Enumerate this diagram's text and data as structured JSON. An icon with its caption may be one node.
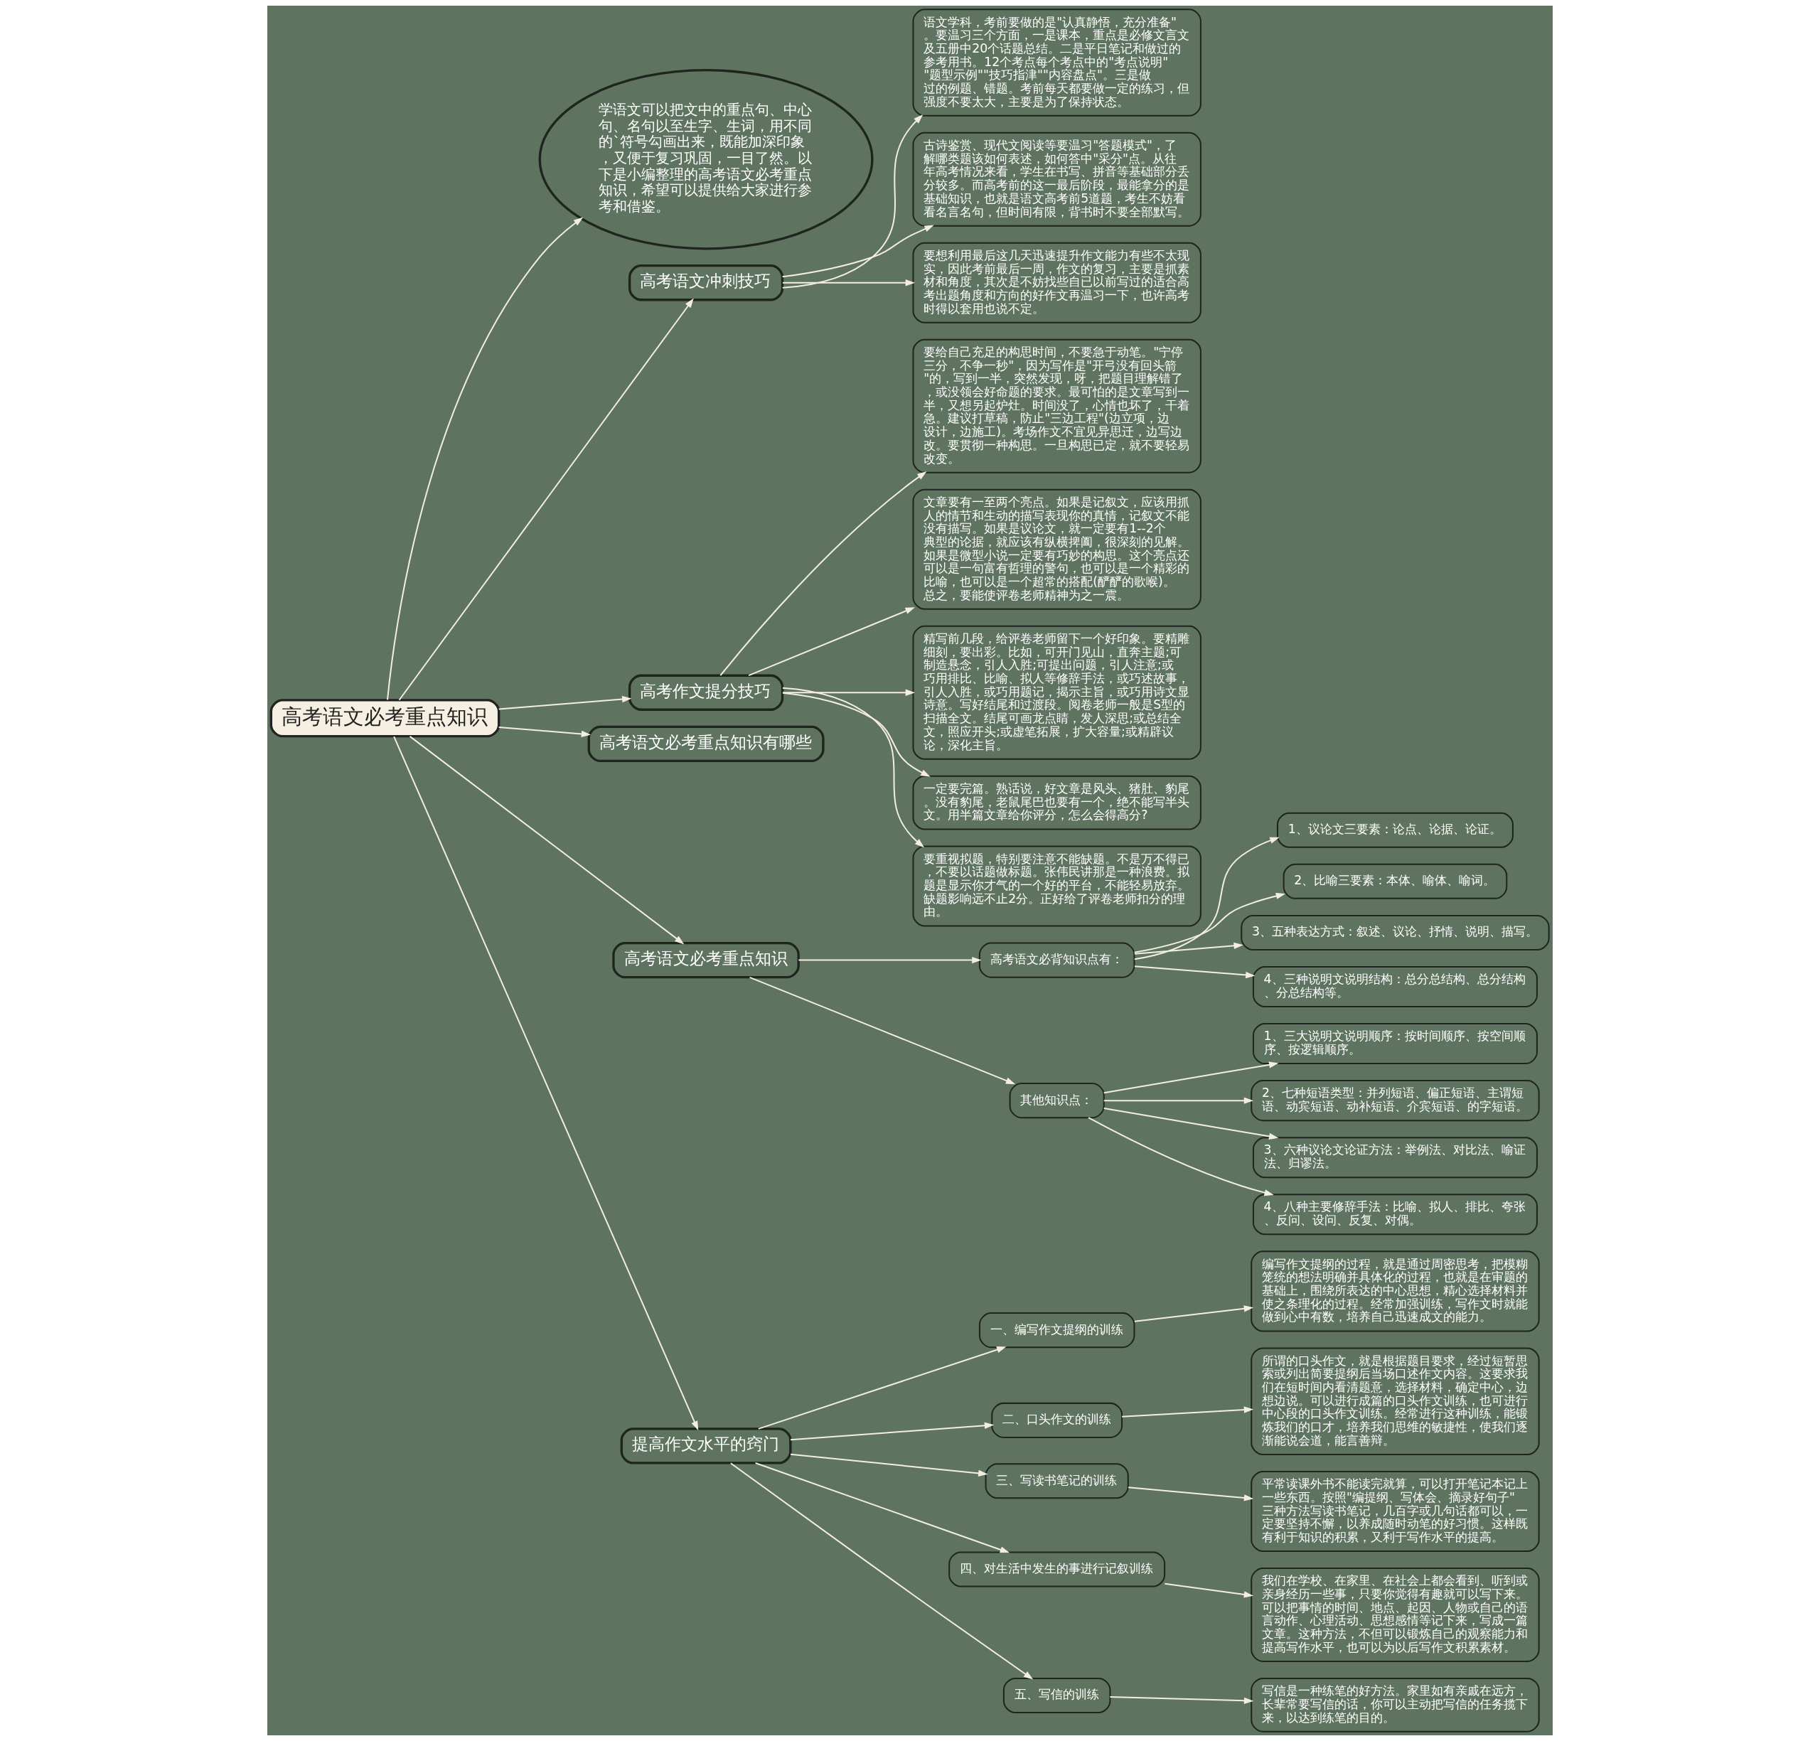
{
  "diagram": {
    "nodes": [
      {
        "text": [
          "高考语文必考重点知识"
        ]
      },
      {
        "text": [
          "学语文可以把文中的重点句、中心句、名句以至生字、生词，用不同的`符号勾画出来，既能加深印象，又便于复习巩固，一目了然。以下是小编整理的高考语文必考重点知识，希望可以提供给大家进行参考和借鉴。"
        ]
      },
      {
        "text": [
          "高考语文冲刺技巧"
        ]
      },
      {
        "text": [
          "语文学科，考前要做的是\"认真静悟，充分准备\"。要温习三个方面，一是课本，重点是必修文言文及五册中20个话题总结。二是平日笔记和做过的参考用书。12个考点每个考点中的\"考点说明\"\"题型示例\"\"技巧指津\"\"内容盘点\"。三是做过的例题、错题。考前每天都要做一定的练习，但强度不要太大，主要是为了保持状态。"
        ]
      },
      {
        "text": [
          "古诗鉴赏、现代文阅读等要温习\"答题模式\"，了解哪类题该如何表述，如何答中\"采分\"点。从往年高考情况来看，学生在书写、拼音等基础部分丢分较多。而高考前的这一最后阶段，最能拿分的是基础知识，也就是语文高考前5道题，考生不妨看看名言名句，但时间有限，背书时不要全部默写。"
        ]
      },
      {
        "text": [
          "要想利用最后这几天迅速提升作文能力有些不太现实，因此考前最后一周，作文的复习，主要是抓素材和角度，其次是不妨找些自已以前写过的适合高考出题角度和方向的好作文再温习一下，也许高考时得以套用也说不定。"
        ]
      },
      {
        "text": [
          "高考作文提分技巧"
        ]
      },
      {
        "text": [
          "要给自己充足的构思时间，不要急于动笔。\"宁停三分，不争一秒\"，因为写作是\"开弓没有回头箭\"的，写到一半，突然发现，呀，把题目理解错了，或没领会好命题的要求。最可怕的是文章写到一半，又想另起炉灶。时间没了，心情也坏了，干着急。建议打草稿，防止\"三边工程\"(边立项，边设计，边施工)。考场作文不宜见异思迁，边写边改。要贯彻一种构思。一旦构思已定，就不要轻易改变。"
        ]
      },
      {
        "text": [
          "文章要有一至两个亮点。如果是记叙文，应该用抓人的情节和生动的描写表现你的真情，记叙文不能没有描写。如果是议论文，就一定要有1--2个典型的论据，就应该有纵横捭阖，很深刻的见解。如果是微型小说一定要有巧妙的构思。这个亮点还可以是一句富有哲理的警句，也可以是一个精彩的比喻，也可以是一个超常的搭配(酽酽的歌喉)。总之，要能使评卷老师精神为之一震。"
        ]
      },
      {
        "text": [
          "精写前几段，给评卷老师留下一个好印象。要精雕细刻，要出彩。比如，可开门见山，直奔主题;可制造悬念，引人入胜;可提出问题，引人注意;或巧用排比、比喻、拟人等修辞手法，或巧述故事，引人入胜，或巧用题记，揭示主旨，或巧用诗文显诗意。写好结尾和过渡段。阅卷老师一般是S型的扫描全文。结尾可画龙点睛，发人深思;或总结全文，照应开头;或虚笔拓展，扩大容量;或精辟议论，深化主旨。"
        ]
      },
      {
        "text": [
          "一定要完篇。熟话说，好文章是风头、猪肚、豹尾。没有豹尾，老鼠尾巴也要有一个，绝不能写半头文。用半篇文章给你评分，怎么会得高分?"
        ]
      },
      {
        "text": [
          "要重视拟题，特别要注意不能缺题。不是万不得已，不要以话题做标题。张伟民讲那是一种浪费。拟题是显示你才气的一个好的平台，不能轻易放弃。缺题影响远不止2分。正好给了评卷老师扣分的理由。"
        ]
      },
      {
        "text": [
          "高考语文必考重点知识有哪些"
        ]
      },
      {
        "text": [
          "高考语文必考重点知识"
        ]
      },
      {
        "text": [
          "高考语文必背知识点有："
        ]
      },
      {
        "text": [
          "1、议论文三要素：论点、论据、论证。"
        ]
      },
      {
        "text": [
          "2、比喻三要素：本体、喻体、喻词。"
        ]
      },
      {
        "text": [
          "3、五种表达方式：叙述、议论、抒情、说明、描写。"
        ]
      },
      {
        "text": [
          "4、三种说明文说明结构：总分总结构、总分结构、分总结构等。"
        ]
      },
      {
        "text": [
          "其他知识点："
        ]
      },
      {
        "text": [
          "1、三大说明文说明顺序：按时间顺序、按空间顺序、按逻辑顺序。"
        ]
      },
      {
        "text": [
          "2、七种短语类型：并列短语、偏正短语、主谓短语、动宾短语、动补短语、介宾短语、的字短语。"
        ]
      },
      {
        "text": [
          "3、六种议论文论证方法：举例法、对比法、喻证法、归谬法。"
        ]
      },
      {
        "text": [
          "4、八种主要修辞手法：比喻、拟人、排比、夸张、反问、设问、反复、对偶。"
        ]
      },
      {
        "text": [
          "提高作文水平的窍门"
        ]
      },
      {
        "text": [
          "一、编写作文提纲的训练"
        ]
      },
      {
        "text": [
          "编写作文提纲的过程，就是通过周密思考，把模糊笼统的想法明确并具体化的过程，也就是在审题的基础上，围绕所表达的中心思想，精心选择材料并使之条理化的过程。经常加强训练，写作文时就能做到心中有数，培养自己迅速成文的能力。"
        ]
      },
      {
        "text": [
          "二、口头作文的训练"
        ]
      },
      {
        "text": [
          "所谓的口头作文，就是根据题目要求，经过短暂思索或列出简要提纲后当场口述作文内容。这要求我们在短时间内看清题意，选择材料，确定中心，边想边说。可以进行成篇的口头作文训练，也可进行中心段的口头作文训练。经常进行这种训练，能锻炼我们的口才，培养我们思维的敏捷性，使我们逐渐能说会道，能言善辩。"
        ]
      },
      {
        "text": [
          "三、写读书笔记的训练"
        ]
      },
      {
        "text": [
          "平常读课外书不能读完就算，可以打开笔记本记上一些东西。按照\"编提纲、写体会、摘录好句子\"三种方法写读书笔记，几百字或几句话都可以，一定要坚持不懈，以养成随时动笔的好习惯。这样既有利于知识的积累，又利于写作水平的提高。"
        ]
      },
      {
        "text": [
          "四、对生活中发生的事进行记叙训练"
        ]
      },
      {
        "text": [
          "我们在学校、在家里、在社会上都会看到、听到或亲身经历一些事，只要你觉得有趣就可以写下来。可以把事情的时间、地点、起因、人物或自己的语言动作、心理活动、思想感情等记下来，写成一篇文章。这种方法，不但可以锻炼自己的观察能力和提高写作水平，也可以为以后写作文积累素材。"
        ]
      },
      {
        "text": [
          "五、写信的训练"
        ]
      },
      {
        "text": [
          "写信是一种练笔的好方法。家里如有亲戚在远方，长辈常要写信的话，你可以主动把写信的任务揽下来，以达到练笔的目的。"
        ]
      }
    ],
    "edges": [
      {
        "from": 0,
        "to": 1,
        "arrow": "to"
      },
      {
        "from": 0,
        "to": 2,
        "arrow": "to"
      },
      {
        "from": 2,
        "to": 3,
        "arrow": "to"
      },
      {
        "from": 2,
        "to": 4,
        "arrow": "to"
      },
      {
        "from": 2,
        "to": 5,
        "arrow": "to"
      },
      {
        "from": 0,
        "to": 6,
        "arrow": "to"
      },
      {
        "from": 6,
        "to": 7,
        "arrow": "to"
      },
      {
        "from": 6,
        "to": 8,
        "arrow": "to"
      },
      {
        "from": 6,
        "to": 9,
        "arrow": "to"
      },
      {
        "from": 6,
        "to": 10,
        "arrow": "to"
      },
      {
        "from": 6,
        "to": 11,
        "arrow": "to"
      },
      {
        "from": 0,
        "to": 12,
        "arrow": "to"
      },
      {
        "from": 0,
        "to": 13,
        "arrow": "to"
      },
      {
        "from": 13,
        "to": 14,
        "arrow": "to"
      },
      {
        "from": 14,
        "to": 15,
        "arrow": "to"
      },
      {
        "from": 14,
        "to": 16,
        "arrow": "to"
      },
      {
        "from": 14,
        "to": 17,
        "arrow": "to"
      },
      {
        "from": 14,
        "to": 18,
        "arrow": "to"
      },
      {
        "from": 13,
        "to": 19,
        "arrow": "to"
      },
      {
        "from": 19,
        "to": 20,
        "arrow": "to"
      },
      {
        "from": 19,
        "to": 21,
        "arrow": "to"
      },
      {
        "from": 19,
        "to": 22,
        "arrow": "to"
      },
      {
        "from": 19,
        "to": 23,
        "arrow": "to"
      },
      {
        "from": 0,
        "to": 24,
        "arrow": "to"
      },
      {
        "from": 24,
        "to": 25,
        "arrow": "to"
      },
      {
        "from": 25,
        "to": 26,
        "arrow": "to"
      },
      {
        "from": 24,
        "to": 27,
        "arrow": "to"
      },
      {
        "from": 27,
        "to": 28,
        "arrow": "to"
      },
      {
        "from": 24,
        "to": 29,
        "arrow": "to"
      },
      {
        "from": 29,
        "to": 30,
        "arrow": "to"
      },
      {
        "from": 24,
        "to": 31,
        "arrow": "to"
      },
      {
        "from": 31,
        "to": 32,
        "arrow": "to"
      },
      {
        "from": 24,
        "to": 33,
        "arrow": "to"
      },
      {
        "from": 33,
        "to": 34,
        "arrow": "to"
      }
    ]
  }
}
